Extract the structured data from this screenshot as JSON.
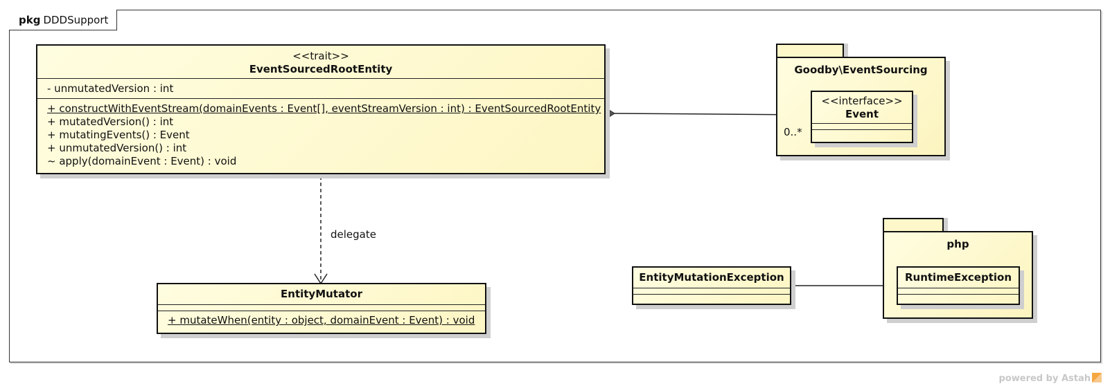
{
  "frame": {
    "keyword": "pkg",
    "name": "DDDSupport"
  },
  "classes": {
    "root_entity": {
      "stereotype": "<<trait>>",
      "name": "EventSourcedRootEntity",
      "attributes": [
        "- unmutatedVersion : int"
      ],
      "operations": [
        "+ constructWithEventStream(domainEvents : Event[], eventStreamVersion : int) : EventSourcedRootEntity",
        "+ mutatedVersion() : int",
        "+ mutatingEvents() : Event",
        "+ unmutatedVersion() : int",
        "~ apply(domainEvent : Event) : void"
      ]
    },
    "entity_mutator": {
      "name": "EntityMutator",
      "operations": [
        "+ mutateWhen(entity : object, domainEvent : Event) : void"
      ]
    },
    "entity_mutation_exception": {
      "name": "EntityMutationException"
    },
    "event": {
      "stereotype": "<<interface>>",
      "name": "Event"
    },
    "runtime_exception": {
      "name": "RuntimeException"
    }
  },
  "packages": {
    "goodby": {
      "name": "Goodby\\EventSourcing"
    },
    "php": {
      "name": "php"
    }
  },
  "relations": {
    "composition": {
      "multiplicity": "0..*"
    },
    "dependency": {
      "label": "delegate"
    }
  },
  "credit": "powered by Astah"
}
